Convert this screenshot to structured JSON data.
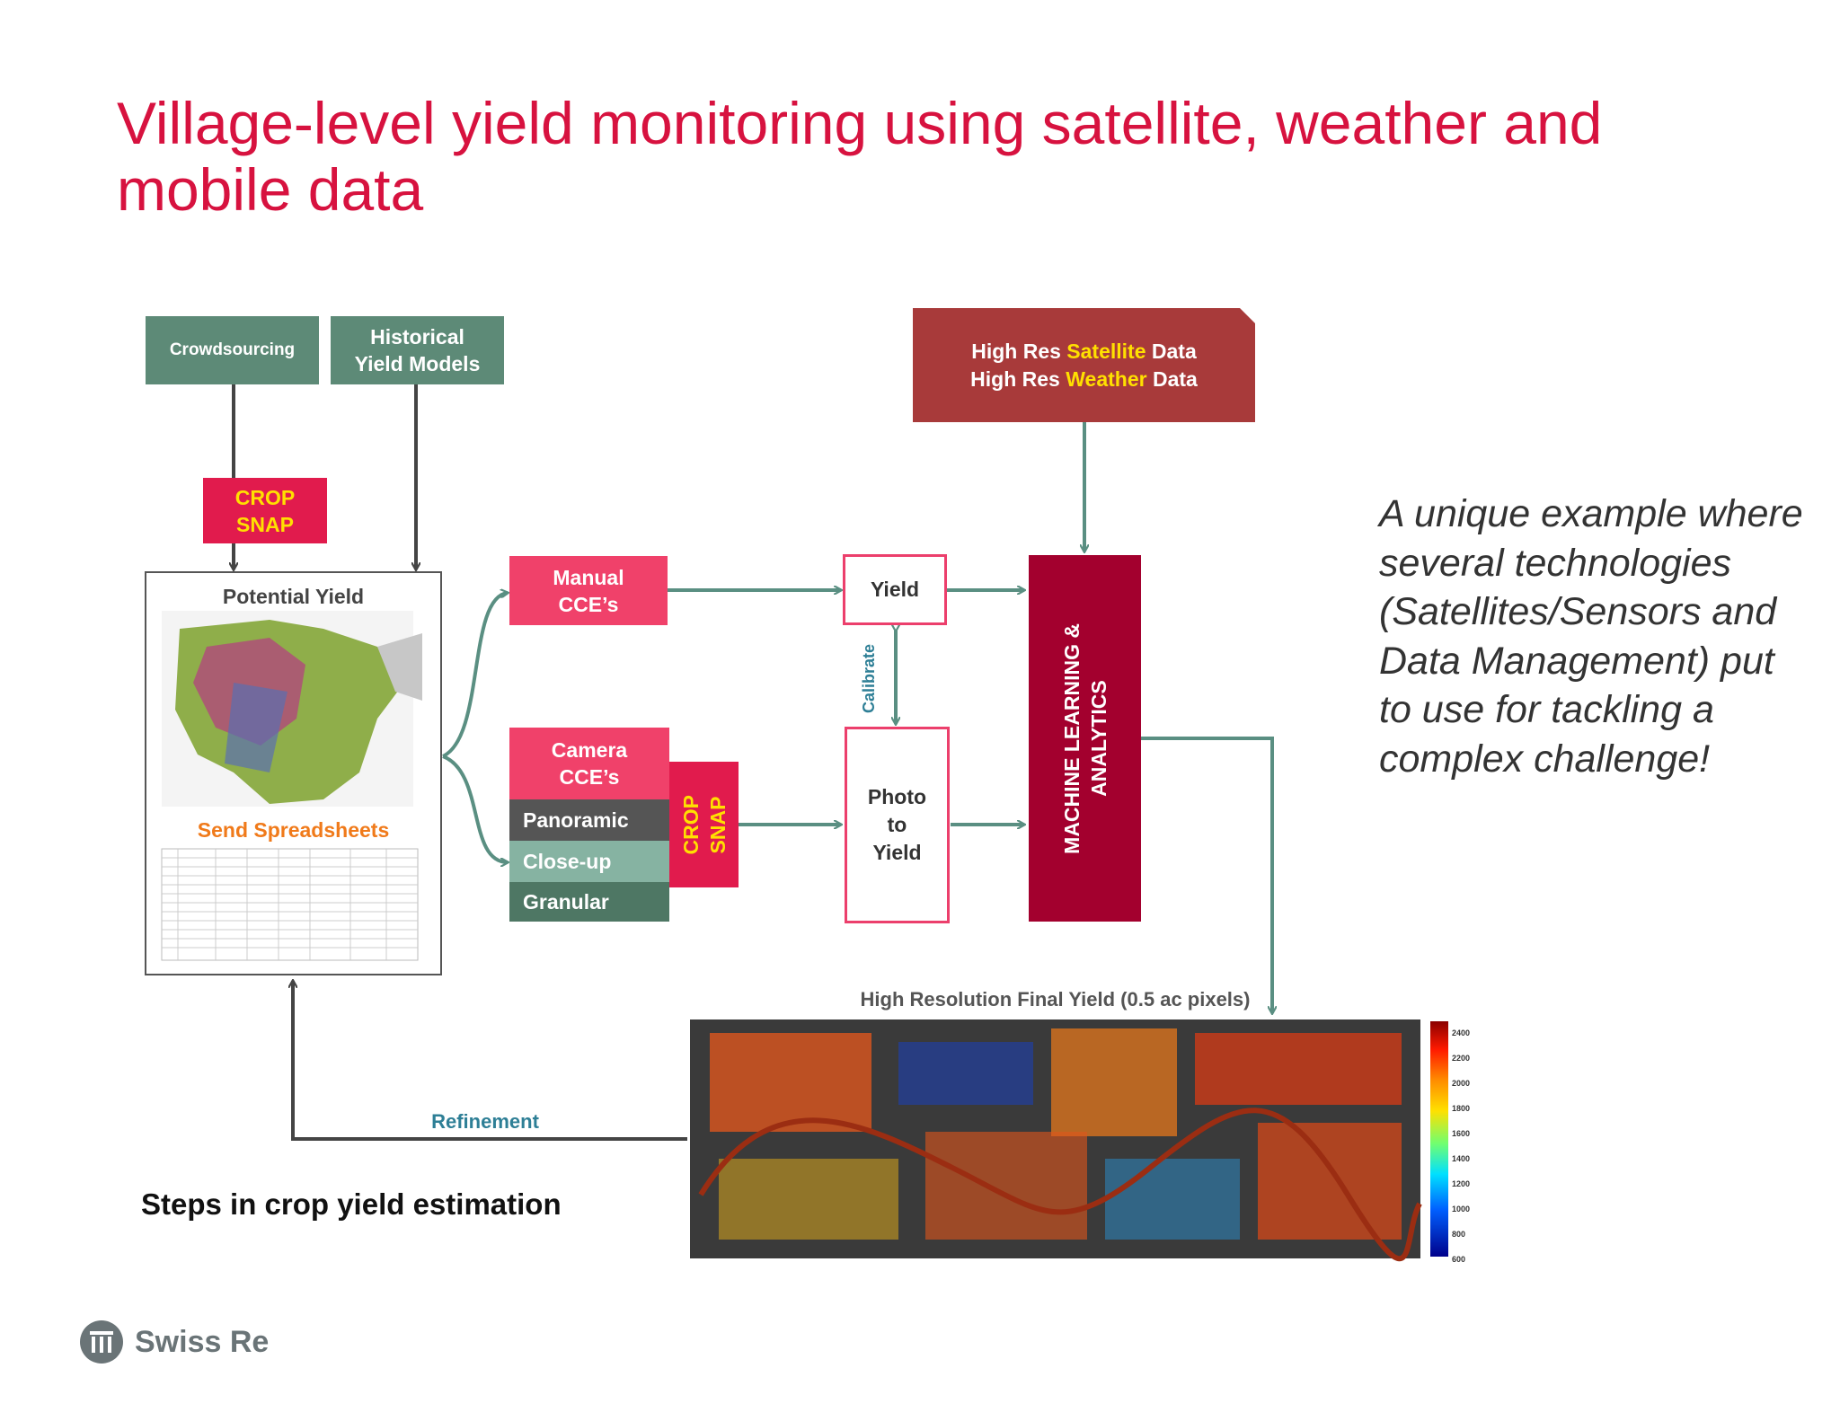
{
  "title": "Village-level yield monitoring using satellite, weather and mobile data",
  "nodes": {
    "crowdsourcing": "Crowdsourcing",
    "historical": [
      "Historical",
      "Yield Models"
    ],
    "crop_snap_top": [
      "CROP",
      "SNAP"
    ],
    "potential_yield": "Potential Yield",
    "send_spreadsheets": "Send Spreadsheets",
    "manual": [
      "Manual",
      "CCE’s"
    ],
    "camera": [
      "Camera",
      "CCE’s"
    ],
    "panoramic": "Panoramic",
    "closeup": "Close-up",
    "granular": "Granular",
    "crop_snap_side": [
      "CROP",
      "SNAP"
    ],
    "yield": "Yield",
    "calibrate": "Calibrate",
    "photo_to_yield": [
      "Photo",
      "to",
      "Yield"
    ],
    "data_line1": {
      "pre": "High Res ",
      "hi": "Satellite",
      "post": " Data"
    },
    "data_line2": {
      "pre": "High Res ",
      "hi": "Weather",
      "post": " Data"
    },
    "ml": [
      "MACHINE LEARNING &",
      "ANALYTICS"
    ],
    "map_title": "High Resolution Final Yield (0.5 ac pixels)",
    "refinement": "Refinement",
    "caption": "Steps in crop yield estimation"
  },
  "colorbar_ticks": [
    "2400",
    "2200",
    "2000",
    "1800",
    "1600",
    "1400",
    "1200",
    "1000",
    "800",
    "600"
  ],
  "sidetext": "A unique example where several technologies (Satellites/Sensors and Data Management) put to use for tackling a complex challenge!",
  "logo": "Swiss Re",
  "colors": {
    "accent": "#d7123f",
    "green": "#5d8a77",
    "arrow": "#5a8f82",
    "dark_arrow": "#444444"
  }
}
